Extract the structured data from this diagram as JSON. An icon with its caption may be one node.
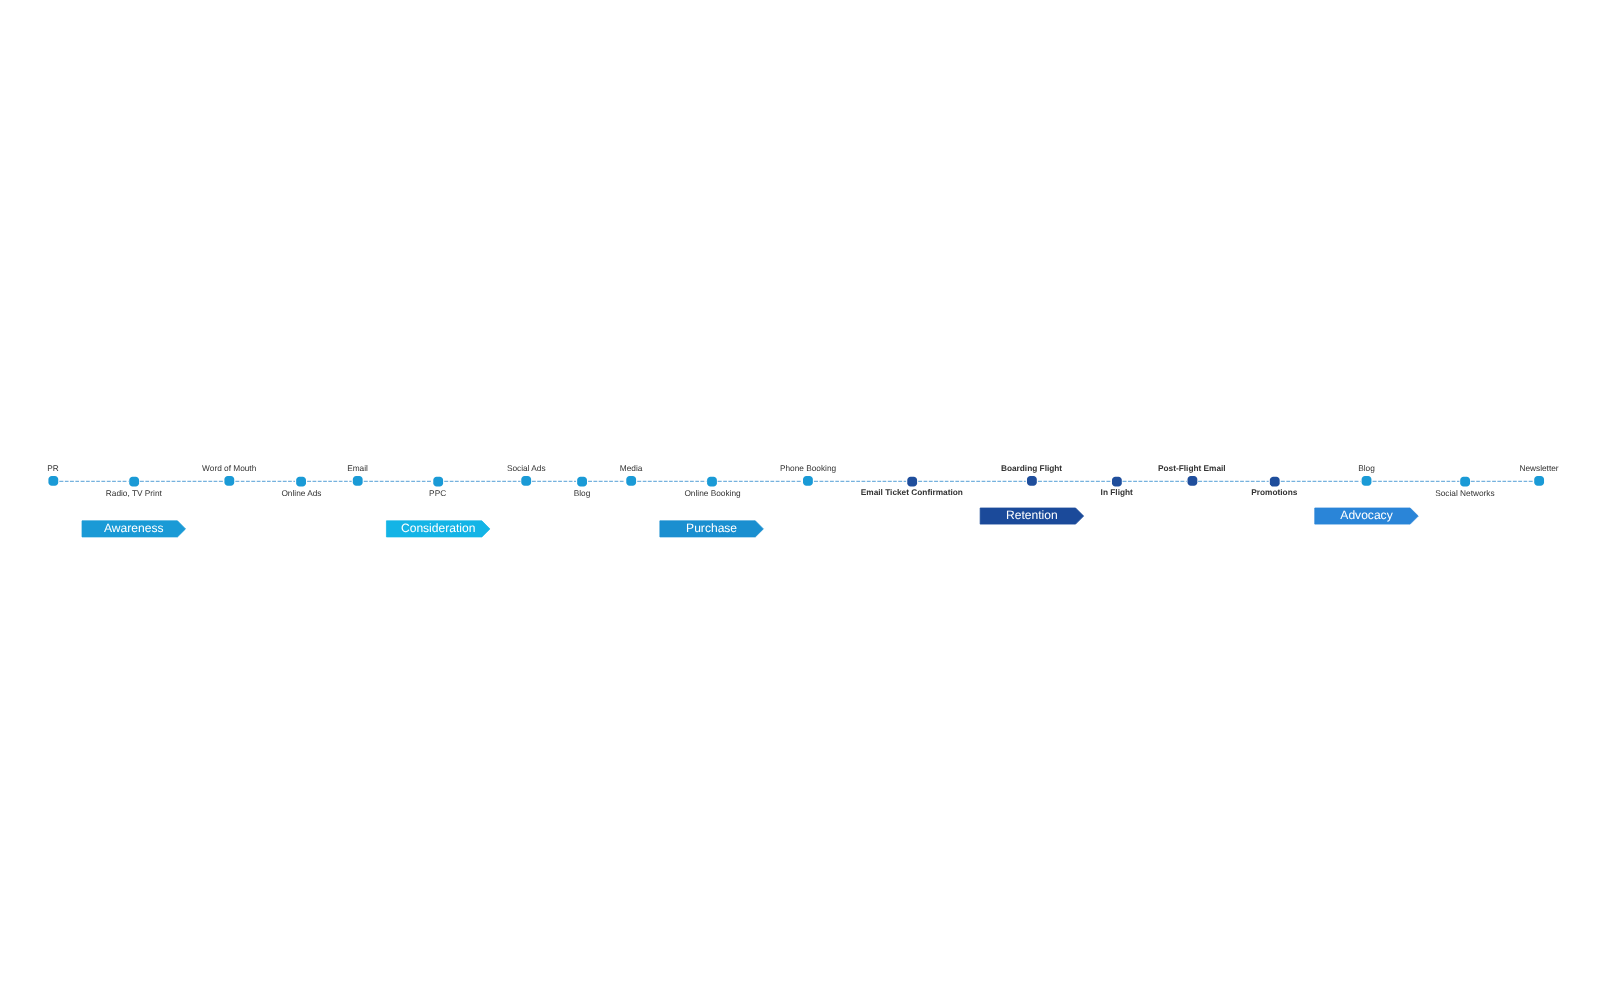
{
  "diagram": {
    "nodes": [
      {
        "text": [
          "Awareness"
        ]
      },
      {
        "text": [
          "Consideration"
        ]
      },
      {
        "text": [
          "Purchase"
        ]
      },
      {
        "text": [
          "Retention"
        ]
      },
      {
        "text": [
          "Advocacy"
        ]
      },
      {
        "text": [],
        "shape": "circle",
        "beside": [
          "PR"
        ]
      },
      {
        "text": [],
        "shape": "circle",
        "beside": [
          "Radio, TV Print"
        ]
      },
      {
        "text": [],
        "shape": "circle",
        "beside": [
          "Word of Mouth"
        ]
      },
      {
        "text": [],
        "shape": "circle",
        "beside": [
          "Online Ads"
        ]
      },
      {
        "text": [],
        "shape": "circle",
        "beside": [
          "Email"
        ]
      },
      {
        "text": [],
        "shape": "circle",
        "beside": [
          "PPC"
        ]
      },
      {
        "text": [],
        "shape": "circle",
        "beside": [
          "Social Ads"
        ]
      },
      {
        "text": [],
        "shape": "circle",
        "beside": [
          "Blog"
        ]
      },
      {
        "text": [],
        "shape": "circle",
        "beside": [
          "Media"
        ]
      },
      {
        "text": [],
        "shape": "circle",
        "beside": [
          "Online Booking"
        ]
      },
      {
        "text": [],
        "shape": "circle",
        "beside": [
          "Phone Booking"
        ]
      },
      {
        "text": [],
        "shape": "circle",
        "beside": [
          "Email Ticket Confirmation"
        ]
      },
      {
        "text": [],
        "shape": "circle",
        "beside": [
          "Boarding Flight"
        ]
      },
      {
        "text": [],
        "shape": "circle",
        "beside": [
          "In Flight"
        ]
      },
      {
        "text": [],
        "shape": "circle",
        "beside": [
          "Post-Flight Email"
        ]
      },
      {
        "text": [],
        "shape": "circle",
        "beside": [
          "Promotions"
        ]
      },
      {
        "text": [],
        "shape": "circle",
        "beside": [
          "Blog"
        ]
      },
      {
        "text": [],
        "shape": "circle",
        "beside": [
          "Social Networks"
        ]
      },
      {
        "text": [],
        "shape": "circle",
        "beside": [
          "Newsletter"
        ]
      }
    ],
    "edges": [
      {
        "from": 5,
        "to": 6,
        "arrow": "none",
        "style": "dashed"
      },
      {
        "from": 6,
        "to": 7,
        "arrow": "none",
        "style": "dashed"
      },
      {
        "from": 7,
        "to": 8,
        "arrow": "none",
        "style": "dashed"
      },
      {
        "from": 8,
        "to": 9,
        "arrow": "none",
        "style": "dashed"
      },
      {
        "from": 9,
        "to": 10,
        "arrow": "none",
        "style": "dashed"
      },
      {
        "from": 10,
        "to": 11,
        "arrow": "none",
        "style": "dashed"
      },
      {
        "from": 11,
        "to": 12,
        "arrow": "none",
        "style": "dashed"
      },
      {
        "from": 12,
        "to": 13,
        "arrow": "none",
        "style": "dashed"
      },
      {
        "from": 13,
        "to": 14,
        "arrow": "none",
        "style": "dashed"
      },
      {
        "from": 14,
        "to": 15,
        "arrow": "none",
        "style": "dashed"
      },
      {
        "from": 15,
        "to": 16,
        "arrow": "none",
        "style": "dashed"
      },
      {
        "from": 16,
        "to": 17,
        "arrow": "none",
        "style": "dashed"
      },
      {
        "from": 17,
        "to": 18,
        "arrow": "none",
        "style": "dashed"
      },
      {
        "from": 18,
        "to": 19,
        "arrow": "none",
        "style": "dashed"
      },
      {
        "from": 19,
        "to": 20,
        "arrow": "none",
        "style": "dashed"
      },
      {
        "from": 20,
        "to": 21,
        "arrow": "none",
        "style": "dashed"
      },
      {
        "from": 21,
        "to": 22,
        "arrow": "none",
        "style": "dashed"
      },
      {
        "from": 22,
        "to": 23,
        "arrow": "none",
        "style": "dashed"
      }
    ]
  }
}
